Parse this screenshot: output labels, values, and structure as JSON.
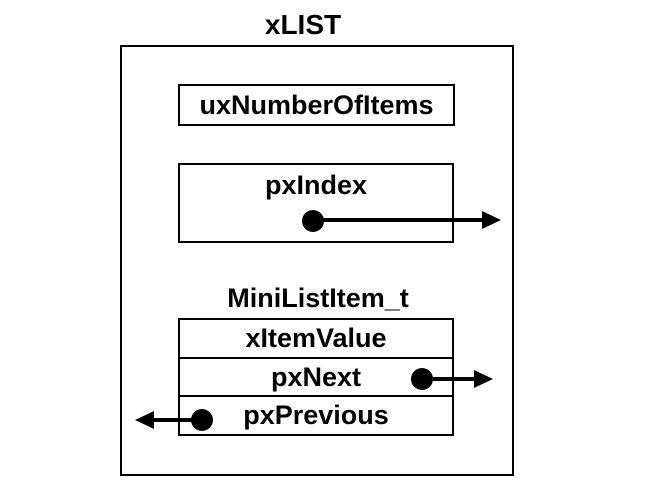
{
  "diagram": {
    "title": "xLIST",
    "fields": {
      "number_of_items": "uxNumberOfItems",
      "index": "pxIndex"
    },
    "item_struct": {
      "title": "MiniListItem_t",
      "rows": [
        "xItemValue",
        "pxNext",
        "pxPrevious"
      ]
    },
    "pointers": [
      {
        "from": "pxIndex",
        "direction": "right"
      },
      {
        "from": "pxNext",
        "direction": "right"
      },
      {
        "from": "pxPrevious",
        "direction": "left"
      }
    ],
    "colors": {
      "line": "#000000",
      "background": "#ffffff",
      "text": "#000000"
    }
  }
}
